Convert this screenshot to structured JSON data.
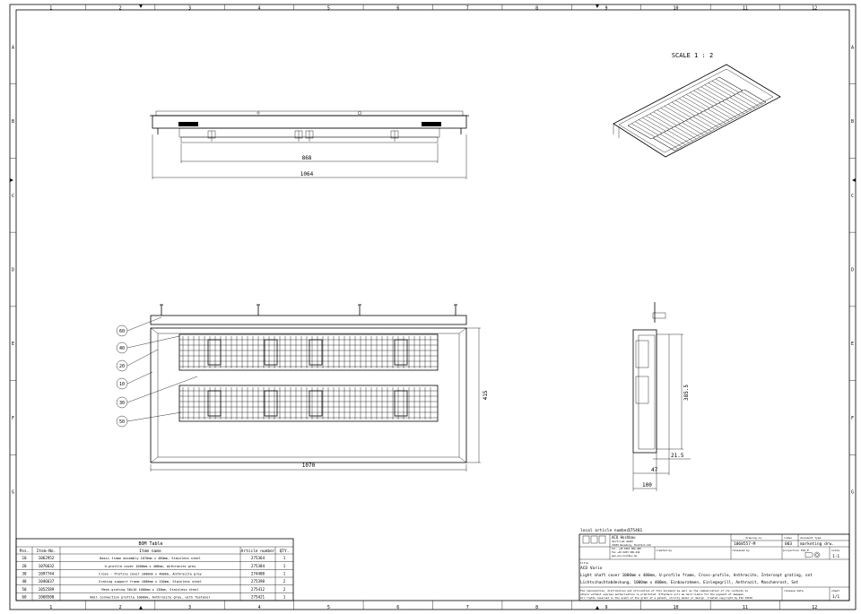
{
  "frame": {
    "col_labels": [
      "1",
      "2",
      "3",
      "4",
      "5",
      "6",
      "7",
      "8",
      "9",
      "10",
      "11",
      "12"
    ],
    "row_labels": [
      "A",
      "B",
      "C",
      "D",
      "E",
      "F",
      "G"
    ]
  },
  "view_top": {
    "dim_inner": "868",
    "dim_outer": "1064"
  },
  "view_iso": {
    "scale": "SCALE 1 : 2"
  },
  "view_front": {
    "dim_width": "1070",
    "dim_height": "415",
    "balloons": [
      "60",
      "40",
      "20",
      "10",
      "30",
      "50"
    ]
  },
  "view_side": {
    "dim_a": "385.5",
    "dim_b": "21.5",
    "dim_c": "47",
    "dim_d": "100"
  },
  "bom": {
    "title": "BOM Table",
    "headers": [
      "Pos.",
      "Item-No.",
      "Item name",
      "Article number",
      "QTY."
    ],
    "rows": [
      [
        "10",
        "1062952",
        "Basic frame assembly 1070mm x 480mm, Stainless steel",
        "275364",
        "1"
      ],
      [
        "20",
        "1076632",
        "U-profile cover 1000mm x 408mm, Anthracite grey",
        "275384",
        "1"
      ],
      [
        "30",
        "1097744",
        "Cross - Profile cover 1000mm x 408mm, Anthracite grey",
        "274408",
        "1"
      ],
      [
        "40",
        "1046637",
        "Grating support frame 1000mm x 130mm, Stainless steel",
        "275398",
        "2"
      ],
      [
        "50",
        "1052589",
        "Mesh grating 30x10 1000mm x 130mm, Stainless steel",
        "275412",
        "2"
      ],
      [
        "60",
        "1068500",
        "Wall connection profile 1000mm, Anthracite grey, with fastener",
        "275421",
        "1"
      ]
    ]
  },
  "title_block": {
    "local_article_label": "local article number:",
    "local_article_value": "275481",
    "company_name": "ACO Hochbau",
    "company_sub": "Vertrieb GmbH",
    "company_address": "74939 Reisberg, Postfach 123",
    "company_tel": "Tel. +49 6263 906-400",
    "company_fax": "Fax +49 6263 906-444",
    "company_web": "www.aco-hochbau.de",
    "drawing_no_label": "drawing no.",
    "drawing_no_value": "1068557-M",
    "index_label": "index",
    "index_value": "003",
    "doc_type_label": "document type",
    "doc_type_value": "marketing drw.",
    "created_by_label": "created by",
    "released_by_label": "released by",
    "projection_label": "projection ISO-E",
    "scale_label": "scale",
    "scale_value": "1:1",
    "title_label": "title",
    "title_line1": "ACO Vario",
    "title_line2": "Light shaft cover 1000mm x 400mm, U-profile frame, Cross-profile, Anthracite, Intercept grating, set",
    "title_line3": "Lichtschachtabdeckung, 1000mm x 400mm, Einbaurahmen, Einlegegrill, Anthrazit, Maschenrost, Set",
    "legal_line1": "The reproduction, distribution and utilization of this document as well as the communication of its contents to",
    "legal_line2": "others without express authorization is prohibited. Offenders will be held liable for the payment of damages.",
    "legal_line3": "All rights reserved in the event of the grant of a patent, utility model or design. Created copyright by ISO 16016",
    "release_date_label": "release date",
    "sheet_label": "sheet",
    "sheet_value": "1/1"
  }
}
